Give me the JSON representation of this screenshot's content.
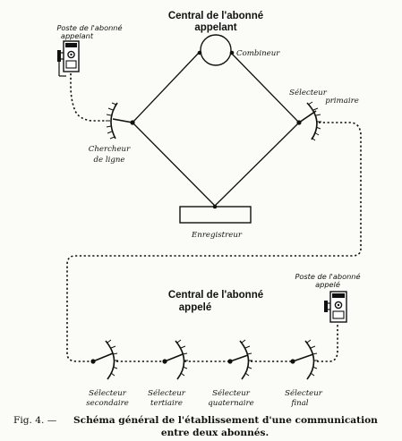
{
  "labels": {
    "central_appelant_1": "Central de l'abonné",
    "central_appelant_2": "appelant",
    "combineur": "Combineur",
    "poste_appelant_1": "Poste de l'abonné",
    "poste_appelant_2": "appelant",
    "selecteur_primaire_1": "Sélecteur",
    "selecteur_primaire_2": "primaire",
    "chercheur_1": "Chercheur",
    "chercheur_2": "de ligne",
    "enregistreur": "Enregistreur",
    "central_appele_1": "Central de l'abonné",
    "central_appele_2": "appelé",
    "poste_appele_1": "Poste de l'abonné",
    "poste_appele_2": "appelé",
    "sel_secondaire_1": "Sélecteur",
    "sel_secondaire_2": "secondaire",
    "sel_tertiaire_1": "Sélecteur",
    "sel_tertiaire_2": "tertiaire",
    "sel_quaternaire_1": "Sélecteur",
    "sel_quaternaire_2": "quaternaire",
    "sel_final_1": "Sélecteur",
    "sel_final_2": "final"
  },
  "caption": {
    "prefix": "Fig. 4. —",
    "line1": "Schéma général de l'établissement d'une communication",
    "line2": "entre deux abonnés."
  }
}
